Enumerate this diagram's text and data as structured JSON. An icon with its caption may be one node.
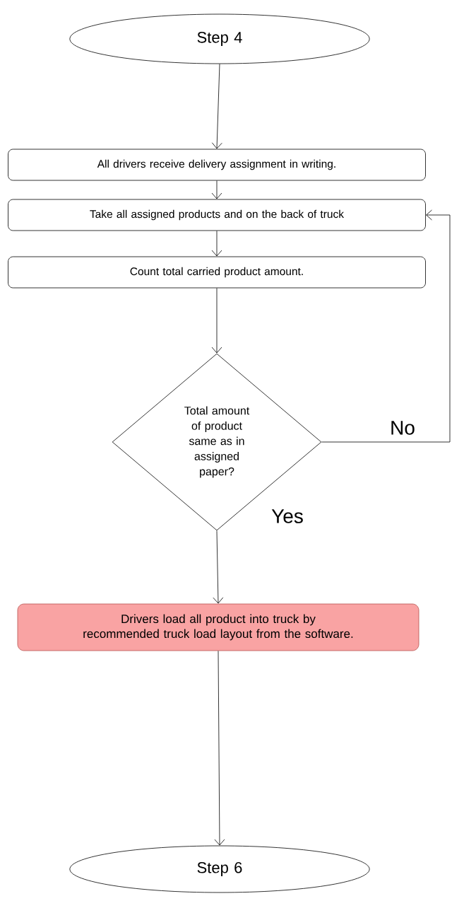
{
  "diagram": {
    "nodes": [
      {
        "text": [
          "Step 4"
        ]
      },
      {
        "text": [
          "All drivers receive delivery assignment in writing."
        ]
      },
      {
        "text": [
          "Take all assigned products and on the back of truck"
        ]
      },
      {
        "text": [
          "Count total carried product amount."
        ]
      },
      {
        "text": [
          "Total amount of product same as in assigned paper?"
        ]
      },
      {
        "text": [
          "Drivers load all product into truck by recommended truck load layout from the software."
        ]
      },
      {
        "text": [
          "Step 6"
        ]
      }
    ],
    "edges": [
      {
        "from": 0,
        "to": 1,
        "arrow": "to"
      },
      {
        "from": 1,
        "to": 2,
        "arrow": "to"
      },
      {
        "from": 2,
        "to": 3,
        "arrow": "to"
      },
      {
        "from": 3,
        "to": 4,
        "arrow": "to"
      },
      {
        "from": 4,
        "to": 2,
        "arrow": "to",
        "label": "No"
      },
      {
        "from": 4,
        "to": 5,
        "arrow": "to",
        "label": "Yes"
      },
      {
        "from": 5,
        "to": 6,
        "arrow": "to"
      }
    ]
  }
}
